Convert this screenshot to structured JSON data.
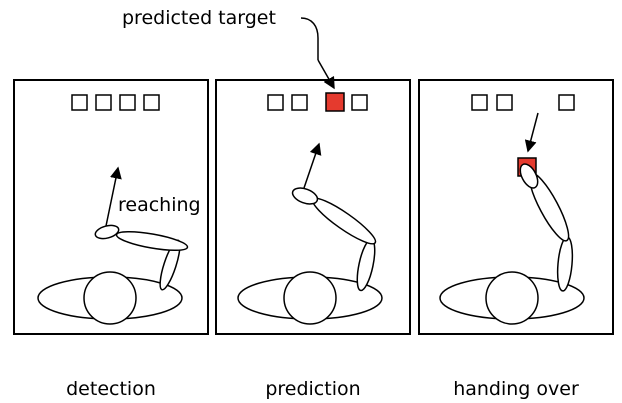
{
  "annotations": {
    "predicted_target": "predicted target",
    "reaching": "reaching"
  },
  "panels": [
    {
      "caption": "detection"
    },
    {
      "caption": "prediction"
    },
    {
      "caption": "handing over"
    }
  ],
  "colors": {
    "target_fill": "#e53a2e",
    "stroke": "#000000",
    "background": "#ffffff"
  }
}
